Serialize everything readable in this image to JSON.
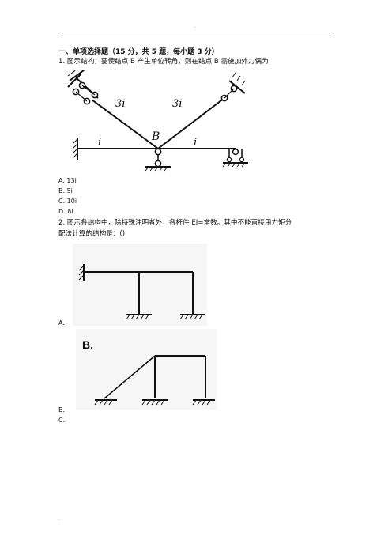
{
  "header": {
    "mark": "."
  },
  "section": {
    "title": "一、单项选择题（15 分，共 5 题，每小题 3 分）"
  },
  "q1": {
    "text": "1. 图示结构，要使结点 B 产生单位转角，则在结点 B 需施加外力偶为",
    "figure": {
      "label_left_diag": "3i",
      "label_right_diag": "3i",
      "label_left_beam": "i",
      "label_right_beam": "i",
      "label_node": "B"
    },
    "options": [
      "A. 13i",
      "B. 5i",
      "C. 10i",
      "D. 8i"
    ]
  },
  "q2": {
    "text_line1": "2. 图示各结构中，除特殊注明者外，各杆件 EI=常数。其中不能直接用力矩分",
    "text_line2": "配法计算的结构是：()",
    "option_a": "A.",
    "option_b": "B.",
    "option_c": "C.",
    "figure_b_label": "B."
  },
  "footer": {
    "mark": "."
  }
}
